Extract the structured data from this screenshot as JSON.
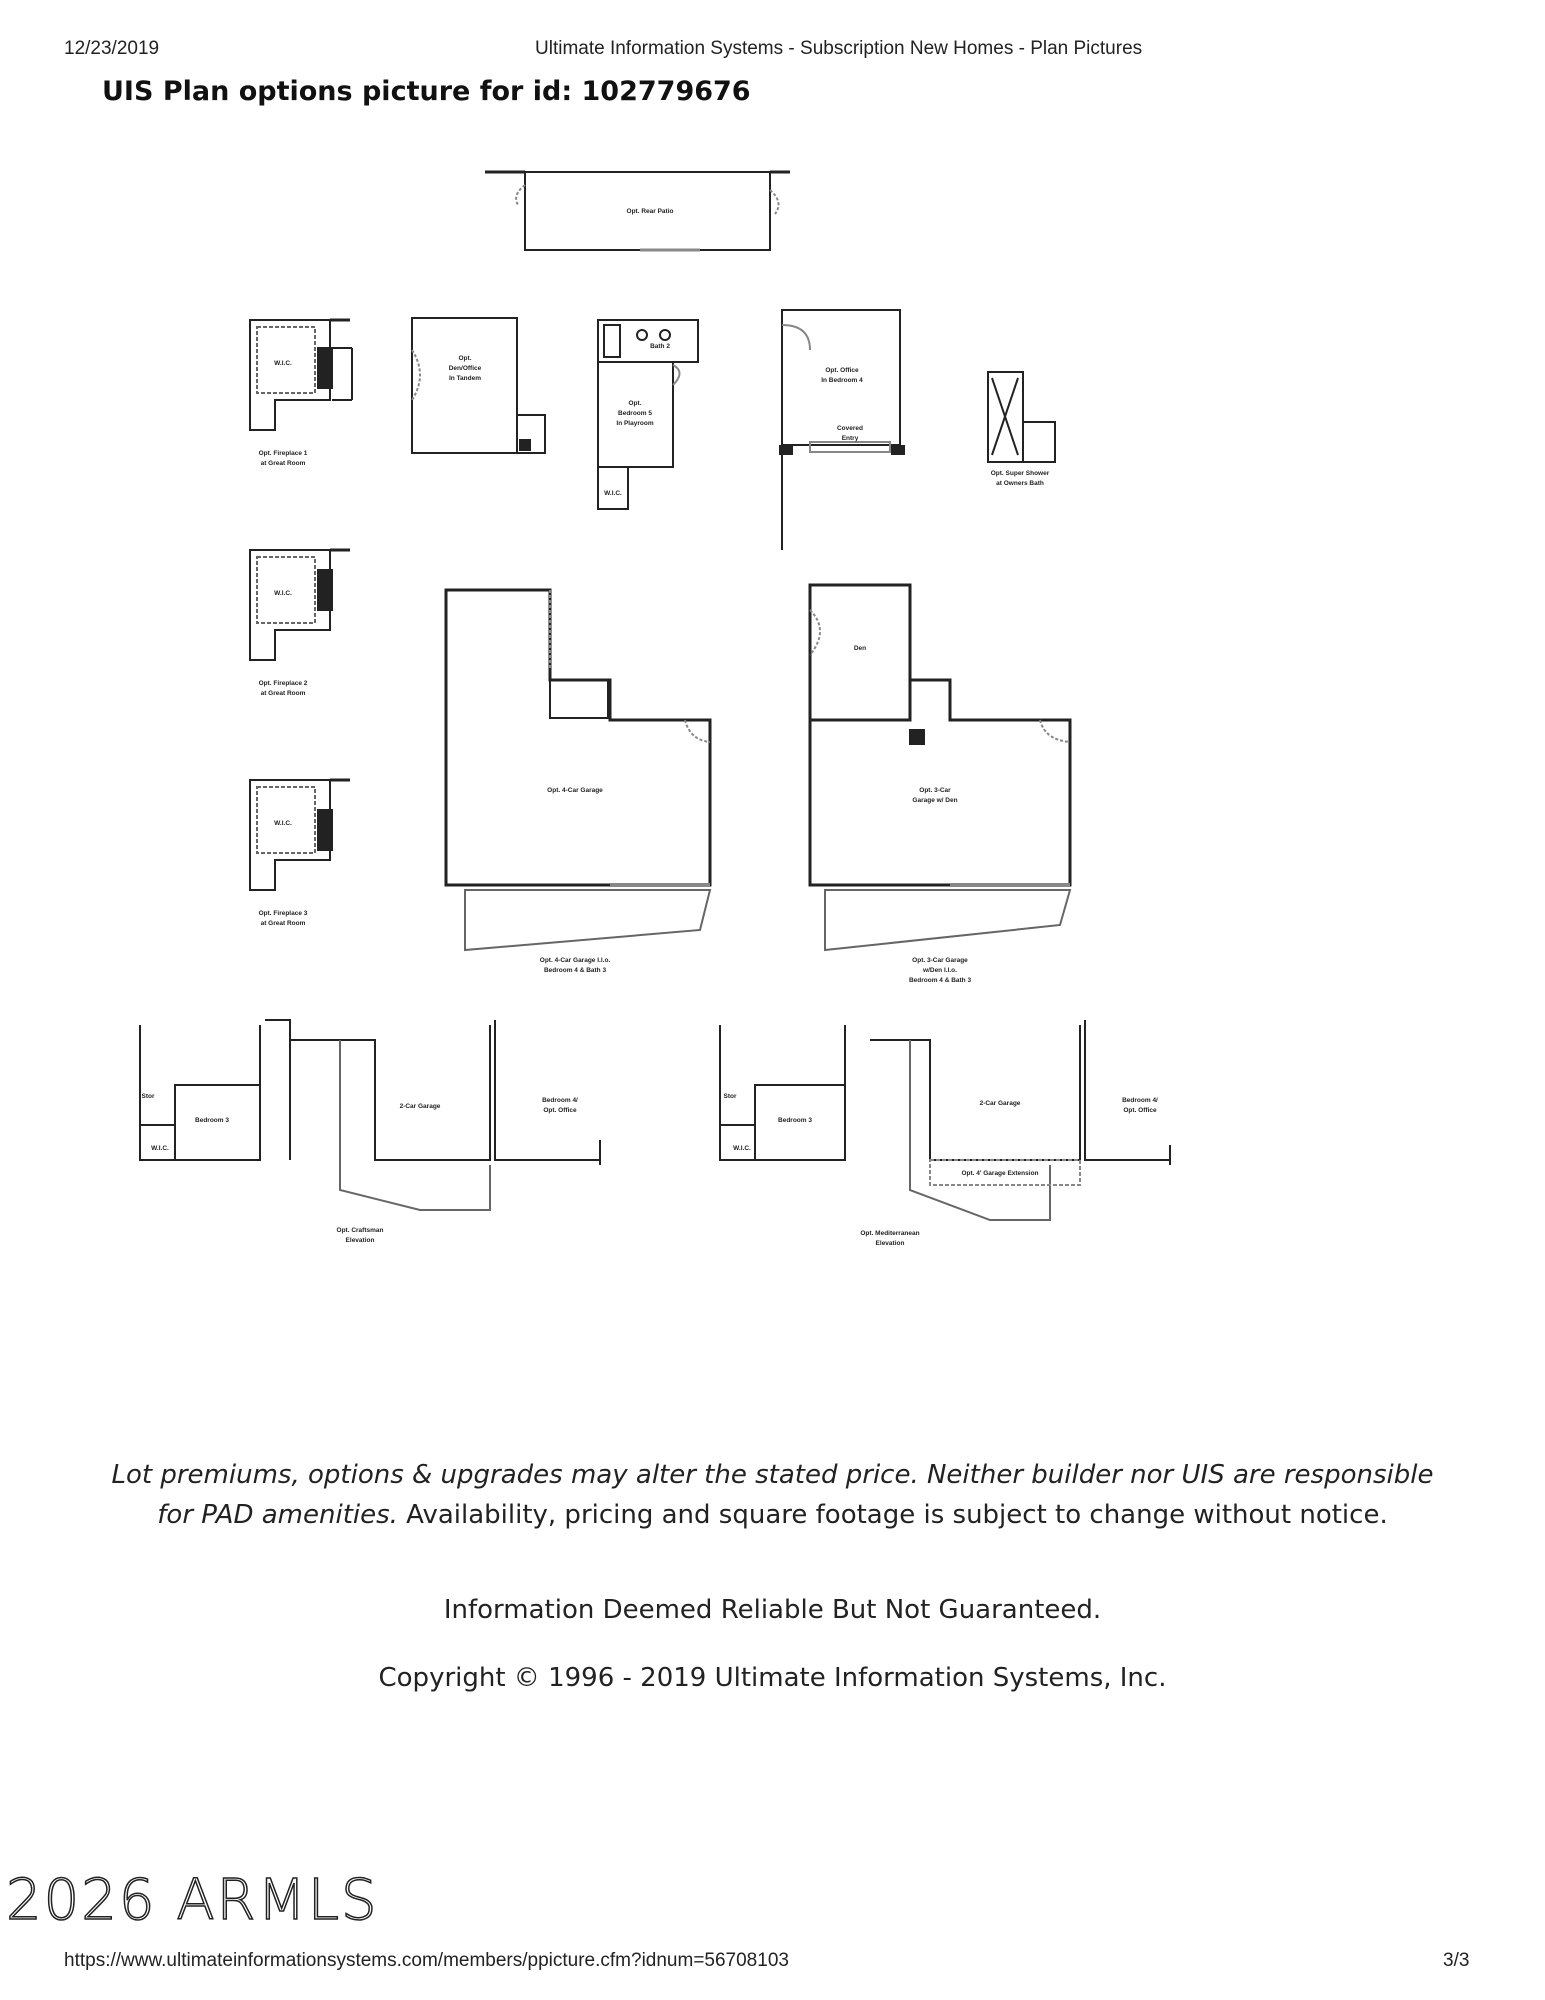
{
  "header": {
    "date": "12/23/2019",
    "site_title": "Ultimate Information Systems - Subscription New Homes - Plan Pictures"
  },
  "page_title": "UIS Plan options picture for id: 102779676",
  "plan_labels": {
    "patio": "Opt. Rear Patio",
    "wic": "W.I.C.",
    "fireplace1": [
      "Opt. Fireplace 1",
      "at Great Room"
    ],
    "fireplace2": [
      "Opt. Fireplace 2",
      "at Great Room"
    ],
    "fireplace3": [
      "Opt. Fireplace 3",
      "at Great Room"
    ],
    "den_office": [
      "Opt.",
      "Den/Office",
      "In Tandem"
    ],
    "bath2": "Bath 2",
    "bedroom5": [
      "Opt.",
      "Bedroom 5",
      "In Playroom"
    ],
    "office": [
      "Opt. Office",
      "In Bedroom 4"
    ],
    "covered_entry": [
      "Covered",
      "Entry"
    ],
    "super_shower": [
      "Opt. Super Shower",
      "at Owners Bath"
    ],
    "garage4": "Opt. 4-Car Garage",
    "den": "Den",
    "garage3": [
      "Opt. 3-Car",
      "Garage w/ Den"
    ],
    "garage4_caption": [
      "Opt. 4-Car Garage I.l.o.",
      "Bedroom 4 & Bath 3"
    ],
    "garage3_caption": [
      "Opt. 3-Car Garage",
      "w/Den I.l.o.",
      "Bedroom 4 & Bath 3"
    ],
    "stor": "Stor",
    "bedroom3": "Bedroom 3",
    "garage2": "2-Car Garage",
    "bedroom4_office": [
      "Bedroom 4/",
      "Opt. Office"
    ],
    "garage_extension": "Opt. 4' Garage Extension",
    "craftsman": [
      "Opt. Craftsman",
      "Elevation"
    ],
    "mediterranean": [
      "Opt. Mediterranean",
      "Elevation"
    ]
  },
  "disclaimer": {
    "italic": "Lot premiums, options & upgrades may alter the stated price. Neither builder nor UIS are responsible for PAD amenities.",
    "normal": " Availability, pricing and square footage is subject to change without notice."
  },
  "reliable": "Information Deemed Reliable But Not Guaranteed.",
  "copyright": "Copyright © 1996 - 2019 Ultimate Information Systems, Inc.",
  "watermark": "2026 ARMLS",
  "footer": {
    "url": "https://www.ultimateinformationsystems.com/members/ppicture.cfm?idnum=56708103",
    "page": "3/3"
  }
}
